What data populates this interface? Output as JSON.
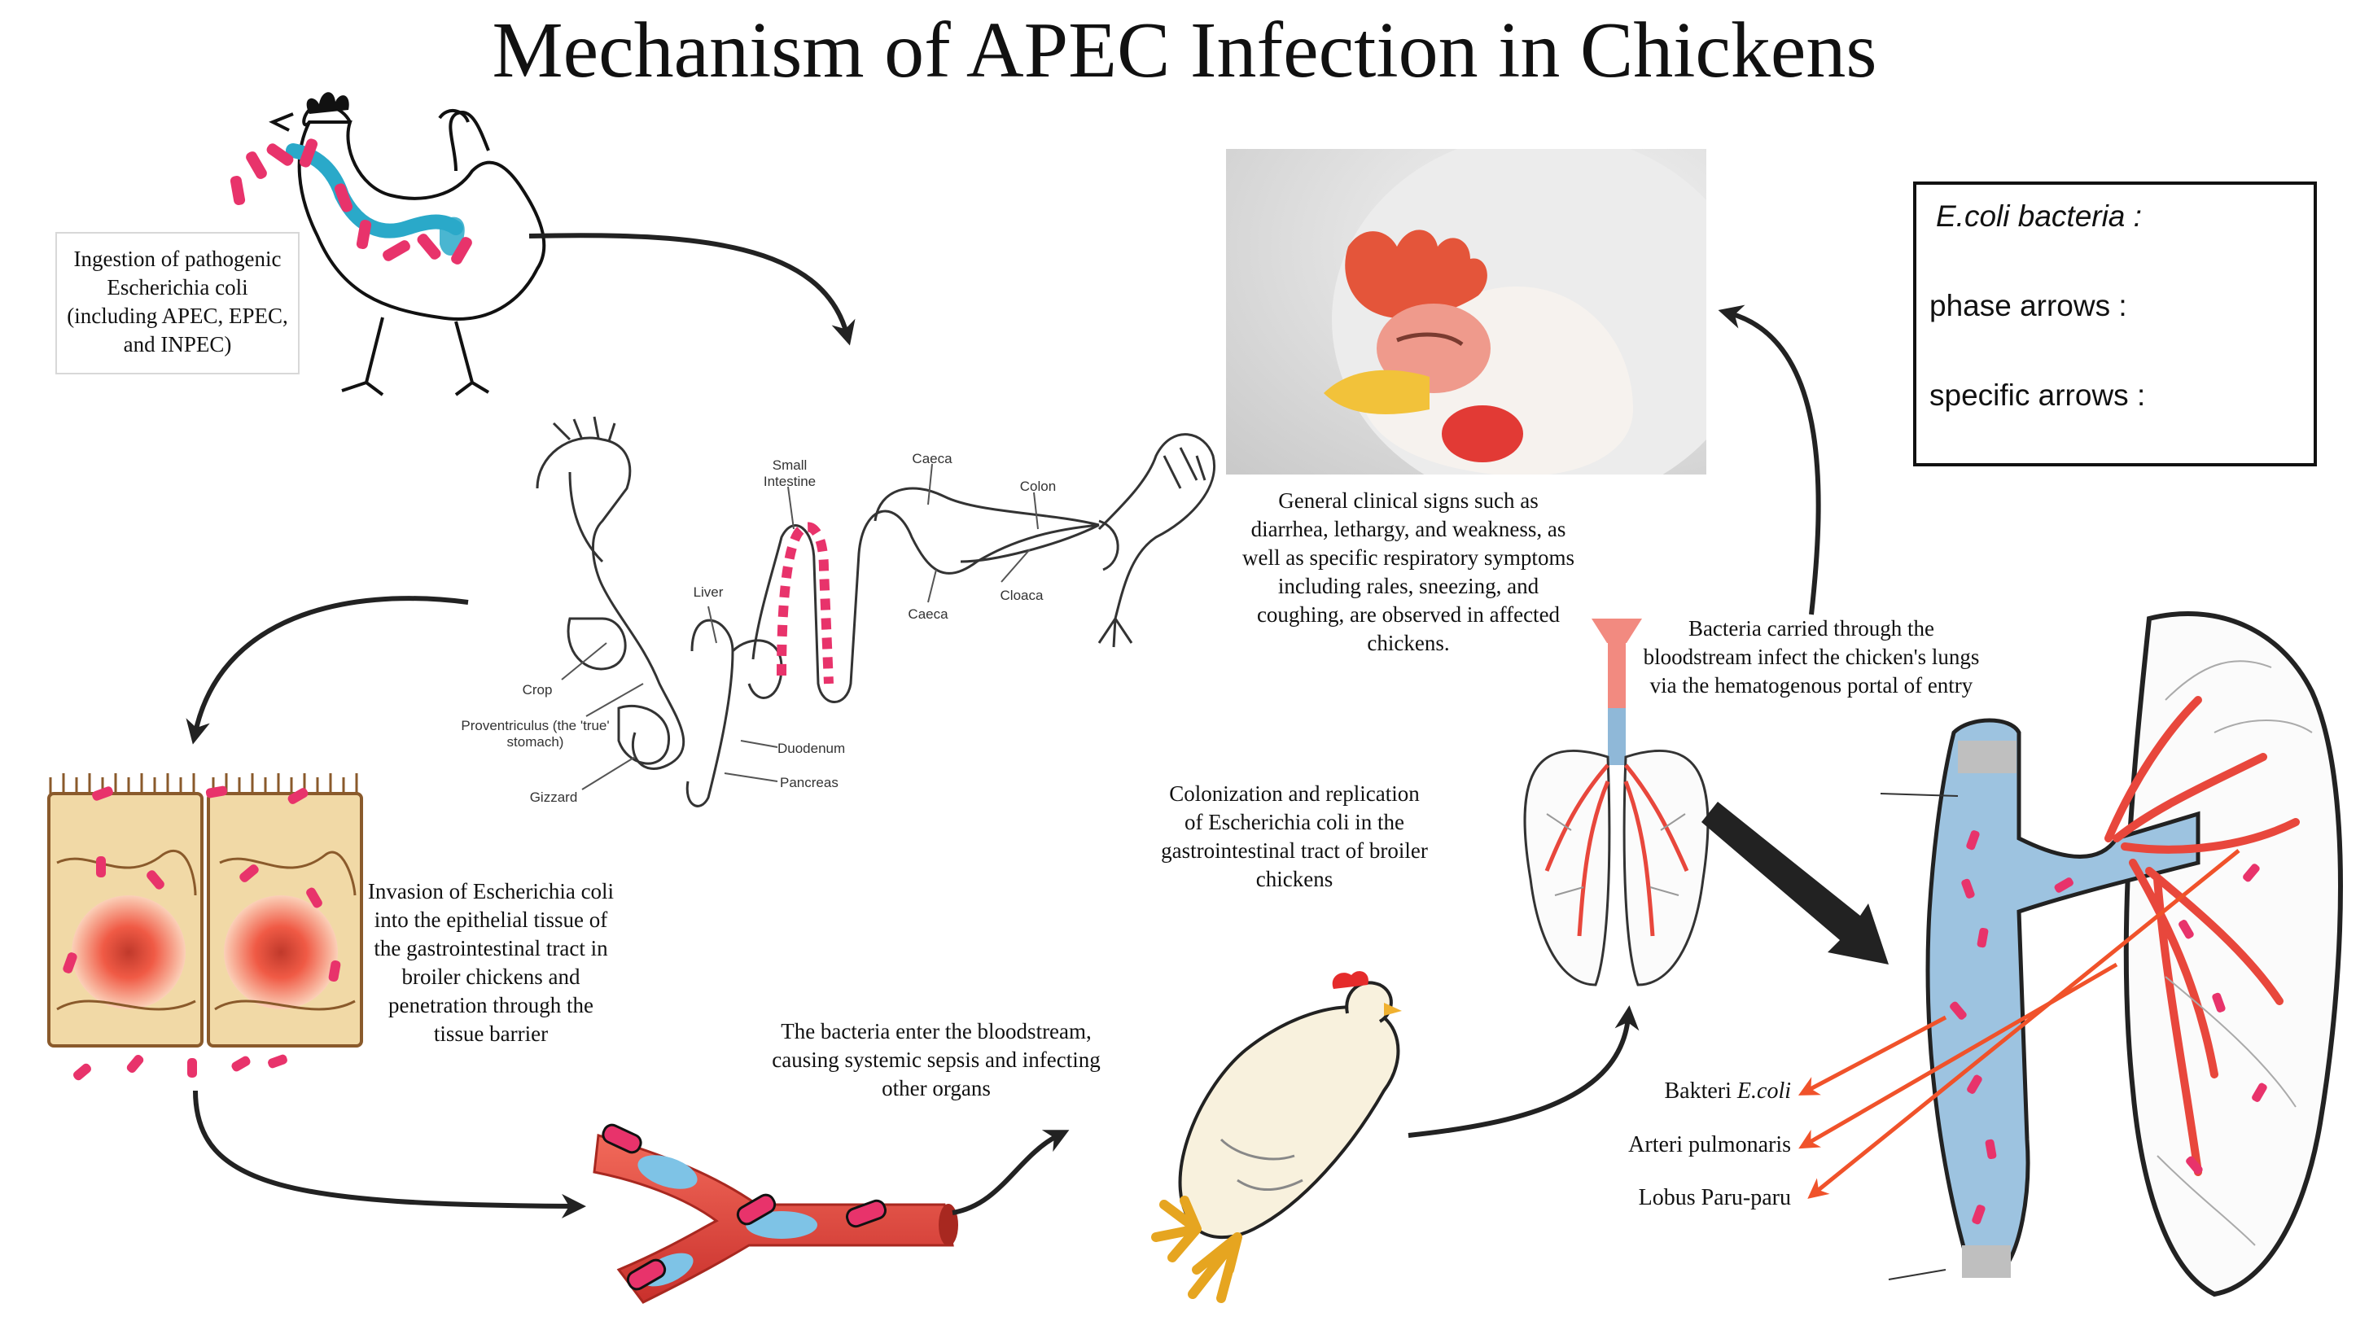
{
  "title": "Mechanism of APEC Infection in Chickens",
  "captions": {
    "ingestion": "Ingestion of pathogenic Escherichia coli (including APEC, EPEC, and INPEC)",
    "invasion": "Invasion of Escherichia coli into the epithelial tissue of the gastrointestinal tract in broiler chickens and penetration through the tissue barrier",
    "bloodstream": "The bacteria enter the bloodstream, causing systemic sepsis and infecting other organs",
    "colonization": "Colonization and replication of Escherichia coli in the gastrointestinal tract of broiler chickens",
    "lungs": "Bacteria carried through the bloodstream infect the chicken's lungs via the hematogenous portal of entry",
    "clinical": "General clinical signs such as diarrhea, lethargy, and weakness, as well as specific respiratory symptoms including rales, sneezing, and coughing, are observed in affected chickens."
  },
  "anatomy_labels": {
    "small_intestine": "Small Intestine",
    "caeca_top": "Caeca",
    "colon": "Colon",
    "liver": "Liver",
    "cloaca": "Cloaca",
    "caeca_bottom": "Caeca",
    "crop": "Crop",
    "proventriculus": "Proventriculus (the 'true' stomach)",
    "duodenum": "Duodenum",
    "gizzard": "Gizzard",
    "pancreas": "Pancreas"
  },
  "lung_labels": {
    "bakteri_prefix": "Bakteri ",
    "bakteri_italic": "E.coli",
    "arteri": "Arteri pulmonaris",
    "lobus": "Lobus Paru-paru"
  },
  "legend": {
    "ecoli": "E.coli bacteria :",
    "phase": "phase arrows :",
    "specific": "specific arrows :"
  },
  "colors": {
    "bacteria": "#e8336b",
    "phase_arrow": "#222222",
    "specific_arrow": "#f0522a",
    "blood_vessel": "#e8473c",
    "airway": "#8fb8d8"
  },
  "icons": [
    "chicken-drinking-icon",
    "digestive-tract-icon",
    "epithelial-cells-icon",
    "blood-vessel-icon",
    "sick-chicken-icon",
    "lungs-icon",
    "chicken-face-photo",
    "lung-closeup-icon"
  ]
}
